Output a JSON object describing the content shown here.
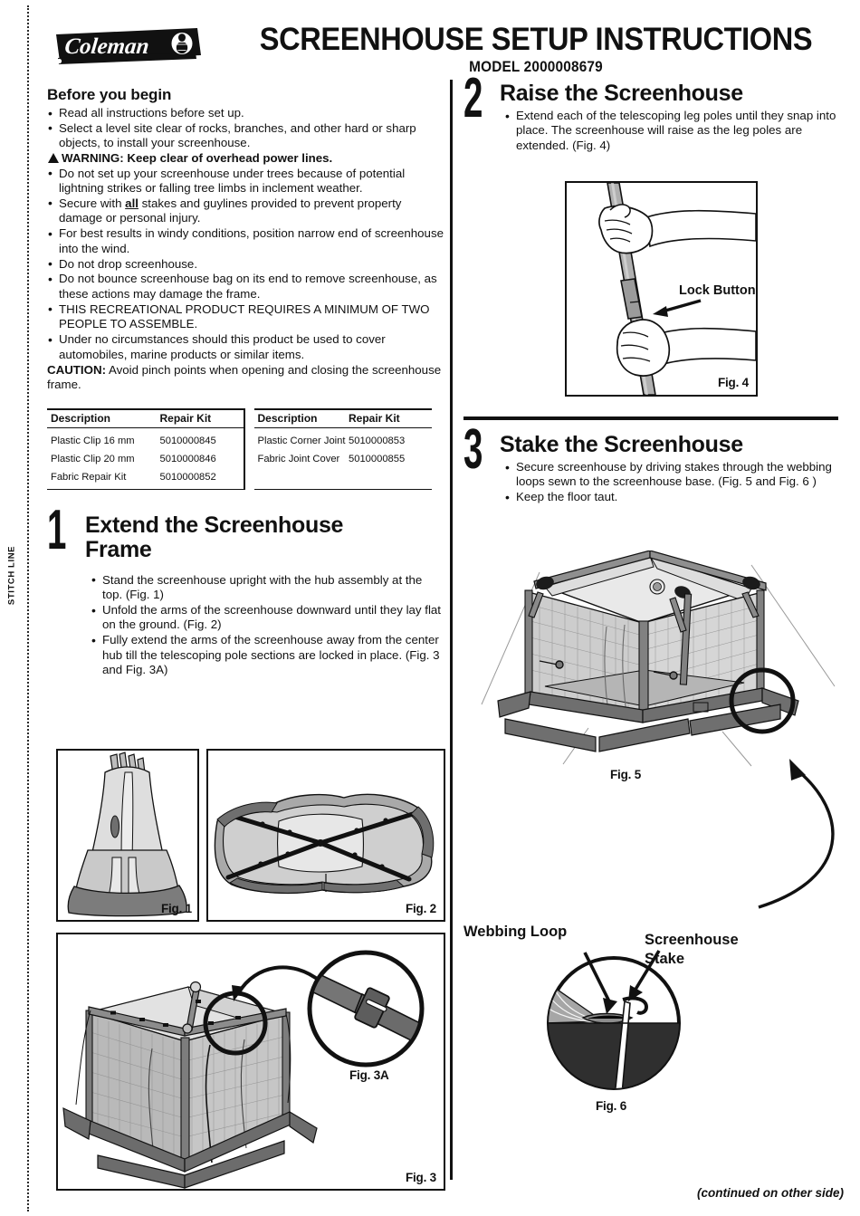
{
  "brand": {
    "logo_text": "Coleman"
  },
  "header": {
    "title": "SCREENHOUSE SETUP INSTRUCTIONS",
    "model": "MODEL 2000008679"
  },
  "stitch_line_label": "STITCH LINE",
  "before_you_begin": {
    "heading": "Before you begin",
    "items": [
      "Read all instructions before set up.",
      "Select a level site clear of rocks, branches, and other hard or sharp objects, to install your screenhouse."
    ],
    "warning": "WARNING: Keep clear of overhead power lines.",
    "items2_a": "Do not set up your screenhouse under trees because of potential lightning strikes or falling tree limbs in inclement weather.",
    "secure_pre": "Secure with ",
    "secure_em": "all",
    "secure_post": " stakes and guylines provided to prevent property damage or personal injury.",
    "items2_rest": [
      "For best results in windy conditions, position narrow end of screenhouse into the wind.",
      "Do not drop screenhouse.",
      "Do not bounce screenhouse bag on its end to remove screenhouse, as these actions may damage the frame.",
      "THIS RECREATIONAL PRODUCT REQUIRES A MINIMUM OF TWO PEOPLE TO ASSEMBLE.",
      "Under no circumstances should this product be used to cover automobiles, marine products or similar items."
    ],
    "caution_label": "CAUTION:",
    "caution_text": " Avoid pinch points when opening and closing the screenhouse frame."
  },
  "repair_table": {
    "headers": [
      "Description",
      "Repair Kit"
    ],
    "left_rows": [
      {
        "description": "Plastic Clip 16 mm",
        "kit": "5010000845"
      },
      {
        "description": "Plastic Clip 20 mm",
        "kit": "5010000846"
      },
      {
        "description": "Fabric Repair Kit",
        "kit": "5010000852"
      }
    ],
    "right_rows": [
      {
        "description": "Plastic Corner Joint",
        "kit": "5010000853"
      },
      {
        "description": "Fabric Joint Cover",
        "kit": "5010000855"
      }
    ]
  },
  "step1": {
    "number": "1",
    "heading_line1": "Extend the Screenhouse",
    "heading_line2": "Frame",
    "items": [
      "Stand the screenhouse upright with the hub assembly at the top. (Fig. 1)",
      "Unfold the arms of the screenhouse downward until they lay flat on the ground. (Fig. 2)",
      "Fully extend the arms of the screenhouse away from the center hub till the telescoping pole sections are locked in place. (Fig. 3 and Fig. 3A)"
    ],
    "fig1_label": "Fig. 1",
    "fig2_label": "Fig. 2",
    "fig3_label": "Fig. 3",
    "fig3a_label": "Fig. 3A"
  },
  "step2": {
    "number": "2",
    "heading": "Raise the Screenhouse",
    "items": [
      "Extend each of the telescoping leg poles until they snap into place. The screenhouse will raise as the leg poles are extended. (Fig. 4)"
    ],
    "fig4_label": "Fig. 4",
    "fig4_callout": "Lock Button"
  },
  "step3": {
    "number": "3",
    "heading": "Stake the Screenhouse",
    "items": [
      "Secure screenhouse by driving stakes through the webbing loops sewn to the screenhouse base. (Fig. 5 and Fig. 6 )",
      "Keep the floor taut."
    ],
    "fig5_label": "Fig. 5",
    "fig6_label": "Fig. 6",
    "fig6_callout_left": "Webbing Loop",
    "fig6_callout_right_line1": "Screenhouse",
    "fig6_callout_right_line2": "Stake"
  },
  "footer": {
    "continued": "(continued on other side)"
  },
  "colors": {
    "ink": "#111111",
    "fabric_dark": "#6f6f6f",
    "fabric_mid": "#9a9a9a",
    "fabric_light": "#d8d8d8",
    "roof": "#e4e4e4",
    "ground_dark": "#2f2f2f"
  }
}
